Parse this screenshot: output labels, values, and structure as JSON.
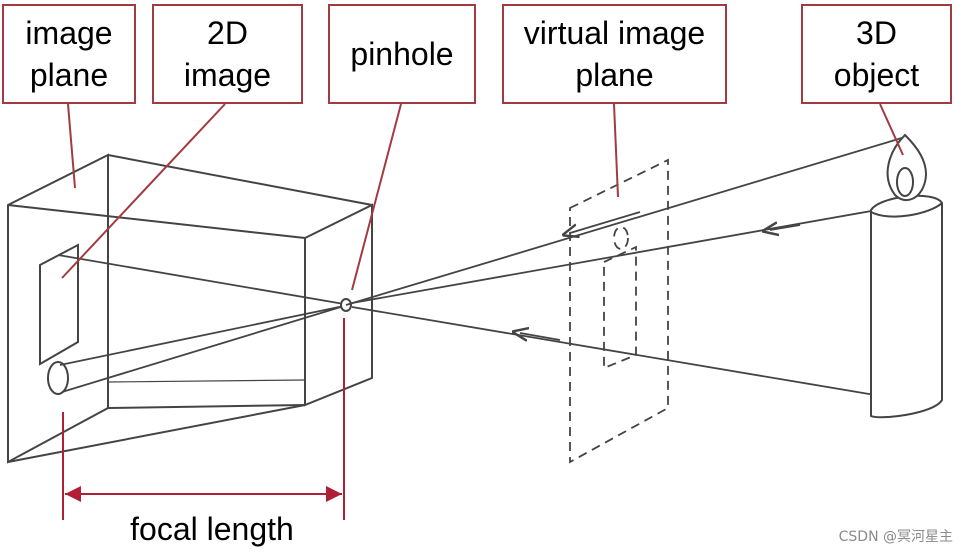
{
  "labels": {
    "image_plane": "image\nplane",
    "two_d_image": "2D\nimage",
    "pinhole": "pinhole",
    "virtual_image_plane": "virtual image\nplane",
    "three_d_object": "3D\nobject",
    "focal_length": "focal length"
  },
  "watermark": "CSDN @冥河星主",
  "colors": {
    "label_border": "#a23b3f",
    "leader_line": "#a23b3f",
    "drawing_ink": "#444444",
    "dimension_line": "#b01f35"
  }
}
